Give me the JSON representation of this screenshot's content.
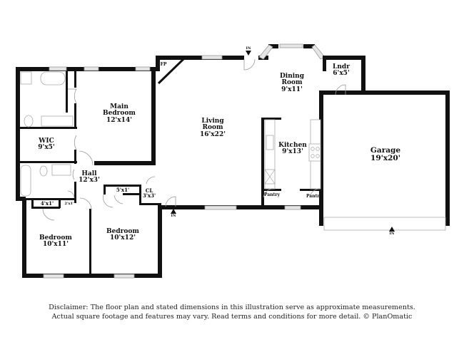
{
  "floor_plan": {
    "rooms": [
      {
        "id": "main-bedroom",
        "name": "Main Bedroom",
        "dims": "12'x14'"
      },
      {
        "id": "wic",
        "name": "WIC",
        "dims": "9'x5'"
      },
      {
        "id": "hall",
        "name": "Hall",
        "dims": "12'x3'"
      },
      {
        "id": "closet-hall",
        "name": "",
        "dims": "5'x1'"
      },
      {
        "id": "closet-cl",
        "name": "CL",
        "dims": "3'x3'"
      },
      {
        "id": "closet-4x1",
        "name": "",
        "dims": "4'x1'"
      },
      {
        "id": "closet-2x1",
        "name": "",
        "dims": "2'x1'"
      },
      {
        "id": "bedroom-1",
        "name": "Bedroom",
        "dims": "10'x11'"
      },
      {
        "id": "bedroom-2",
        "name": "Bedroom",
        "dims": "10'x12'"
      },
      {
        "id": "living-room",
        "name": "Living Room",
        "dims": "16'x22'"
      },
      {
        "id": "dining-room",
        "name": "Dining Room",
        "dims": "9'x11'"
      },
      {
        "id": "kitchen",
        "name": "Kitchen",
        "dims": "9'x13'"
      },
      {
        "id": "laundry",
        "name": "Lndr",
        "dims": "6'x5'"
      },
      {
        "id": "garage",
        "name": "Garage",
        "dims": "19'x20'"
      }
    ],
    "labels": {
      "main_bedroom": {
        "line1": "Main",
        "line2": "Bedroom",
        "dims": "12'x14'"
      },
      "wic": {
        "line1": "WIC",
        "dims": "9'x5'"
      },
      "hall": {
        "line1": "Hall",
        "dims": "12'x3'"
      },
      "closet_5x1": "5'x1'",
      "cl": {
        "line1": "CL",
        "dims": "3'x3'"
      },
      "closet_4x1": "4'x1'",
      "closet_2x1": "2'x1'",
      "bedroom_1": {
        "line1": "Bedroom",
        "dims": "10'x11'"
      },
      "bedroom_2": {
        "line1": "Bedroom",
        "dims": "10'x12'"
      },
      "living": {
        "line1": "Living",
        "line2": "Room",
        "dims": "16'x22'"
      },
      "dining": {
        "line1": "Dining",
        "line2": "Room",
        "dims": "9'x11'"
      },
      "kitchen": {
        "line1": "Kitchen",
        "dims": "9'x13'"
      },
      "laundry": {
        "line1": "Lndr",
        "dims": "6'x5'"
      },
      "garage": {
        "line1": "Garage",
        "dims": "19'x20'"
      },
      "pantry_left": "Pantry",
      "pantry_right": "Pantry",
      "fireplace": "FP"
    },
    "entries": {
      "front": "IN",
      "dining_top": "IN",
      "garage": "IN"
    }
  },
  "disclaimer": {
    "line1": "Disclaimer: The floor plan and stated dimensions in this illustration serve as approximate measurements.",
    "line2": "Actual square footage and features may vary. Read terms and conditions for more detail. © PlanOmatic"
  }
}
